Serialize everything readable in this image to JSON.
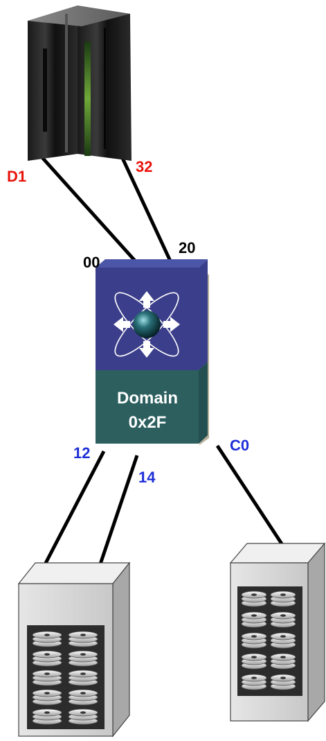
{
  "mainframe": {
    "icon": "mainframe-server-icon"
  },
  "switch": {
    "icon": "fc-switch-icon",
    "domain_line1": "Domain",
    "domain_line2": "0x2F",
    "top_color": "#3b3e8a",
    "bottom_color": "#2d5f5f"
  },
  "ports": {
    "mainframe_left": "D1",
    "mainframe_right": "32",
    "switch_top_left": "00",
    "switch_top_right": "20",
    "switch_bottom_left": "12",
    "switch_bottom_mid": "14",
    "switch_bottom_right": "C0"
  },
  "storage": [
    {
      "icon": "disk-array-icon"
    },
    {
      "icon": "disk-array-icon"
    }
  ],
  "colors": {
    "mainframe_port": "#e8140c",
    "switch_upper_port": "#000000",
    "switch_lower_port": "#1f2fd8"
  }
}
